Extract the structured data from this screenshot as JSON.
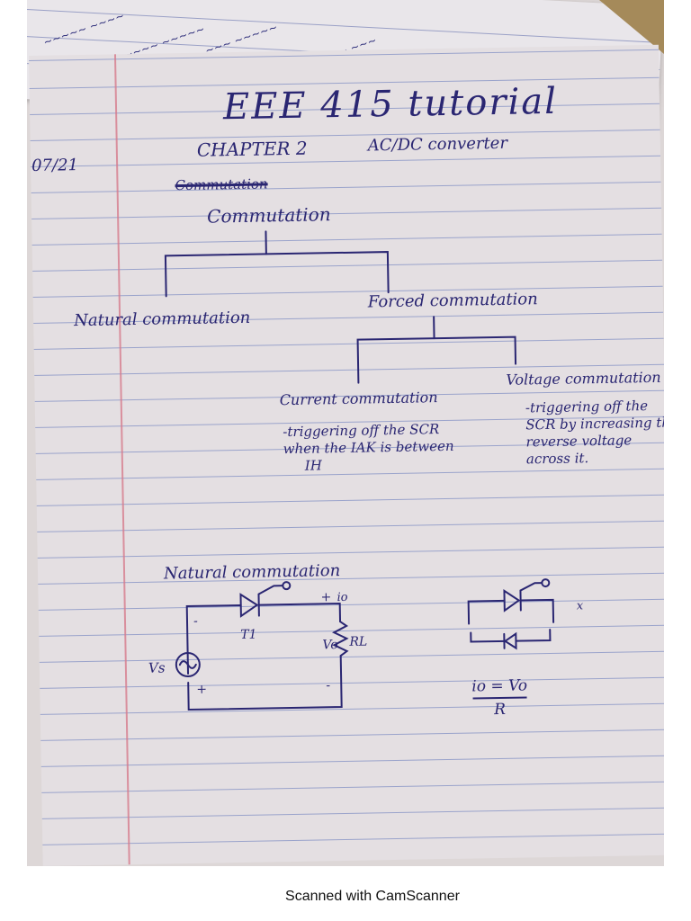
{
  "notes": {
    "title": "EEE 415 tutorial",
    "date": "07/21",
    "chapter": "CHAPTER 2",
    "chapter_topic": "AC/DC converter",
    "struck_word": "Commutation",
    "topic": "Commutation",
    "branch_natural": "Natural commutation",
    "branch_forced": "Forced commutation",
    "sub_current": "Current commutation",
    "sub_voltage": "Voltage commutation",
    "current_desc": "-triggering off the SCR\nwhen the IAK is between\n     IH",
    "voltage_desc": "-triggering off the\nSCR by increasing the\nreverse voltage\nacross it.",
    "circuit_heading": "Natural commutation",
    "circuit_labels": {
      "vs": "Vs",
      "t1": "T1",
      "io": "io",
      "vo": "Vo",
      "rl": "RL",
      "plus_top": "+",
      "minus_top": "-",
      "plus_bottom": "+",
      "minus_bottom": "-",
      "x": "x"
    },
    "formula_numerator": "io = Vo",
    "formula_denominator": "R"
  },
  "footer": {
    "watermark": "Scanned with CamScanner"
  }
}
